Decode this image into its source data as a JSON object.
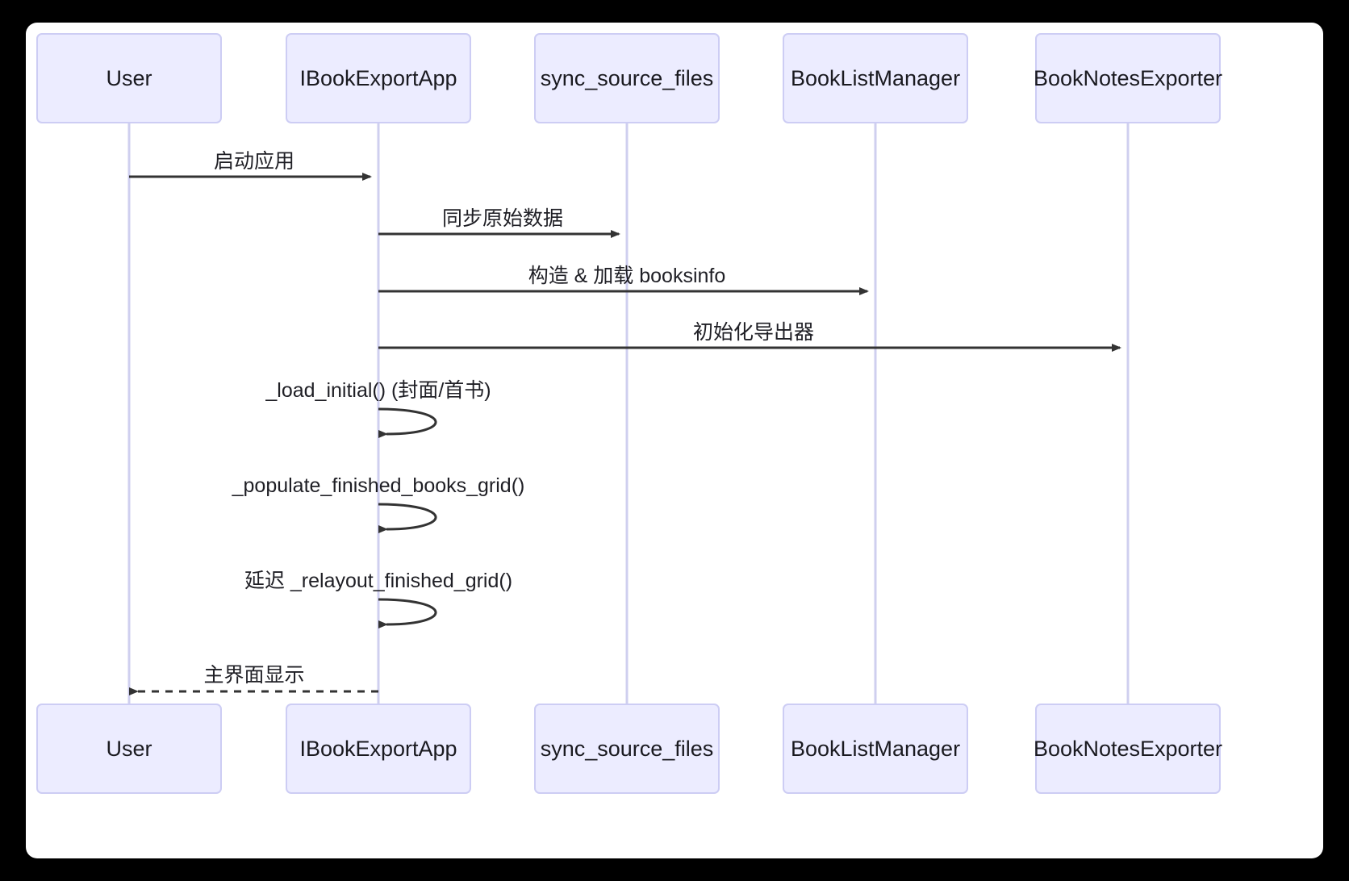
{
  "diagram": {
    "type": "sequence-diagram",
    "theme": {
      "page_background": "#000000",
      "canvas_background": "#ffffff",
      "participant_fill": "#ECECFF",
      "participant_stroke": "#CDCDF4",
      "lifeline_color": "#CFCFEF",
      "line_color": "#333333",
      "text_color": "#1f1f25"
    },
    "participants": [
      {
        "id": "user",
        "label": "User"
      },
      {
        "id": "app",
        "label": "IBookExportApp"
      },
      {
        "id": "sync",
        "label": "sync_source_files"
      },
      {
        "id": "booklist",
        "label": "BookListManager"
      },
      {
        "id": "exporter",
        "label": "BookNotesExporter"
      }
    ],
    "messages": [
      {
        "index": 1,
        "from": "user",
        "to": "app",
        "label": "启动应用",
        "style": "solid",
        "kind": "call"
      },
      {
        "index": 2,
        "from": "app",
        "to": "sync",
        "label": "同步原始数据",
        "style": "solid",
        "kind": "call"
      },
      {
        "index": 3,
        "from": "app",
        "to": "booklist",
        "label": "构造 & 加载 booksinfo",
        "style": "solid",
        "kind": "call"
      },
      {
        "index": 4,
        "from": "app",
        "to": "exporter",
        "label": "初始化导出器",
        "style": "solid",
        "kind": "call"
      },
      {
        "index": 5,
        "from": "app",
        "to": "app",
        "label": "_load_initial() (封面/首书)",
        "style": "solid",
        "kind": "self"
      },
      {
        "index": 6,
        "from": "app",
        "to": "app",
        "label": "_populate_finished_books_grid()",
        "style": "solid",
        "kind": "self"
      },
      {
        "index": 7,
        "from": "app",
        "to": "app",
        "label": "延迟 _relayout_finished_grid()",
        "style": "solid",
        "kind": "self"
      },
      {
        "index": 8,
        "from": "app",
        "to": "user",
        "label": "主界面显示",
        "style": "dashed",
        "kind": "return"
      }
    ]
  }
}
